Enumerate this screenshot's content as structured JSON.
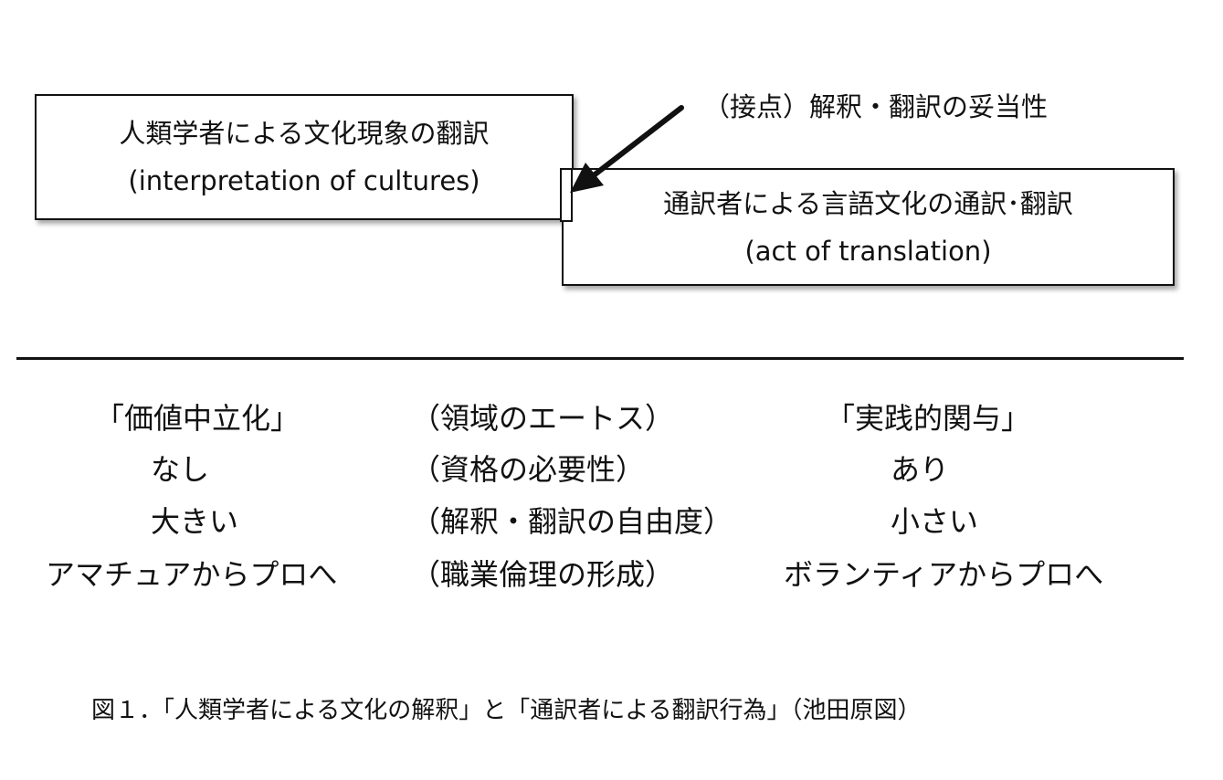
{
  "boxes": {
    "left": {
      "line1": "人類学者による文化現象の翻訳",
      "line2": "(interpretation of cultures)"
    },
    "right": {
      "line1": "通訳者による言語文化の通訳･翻訳",
      "line2": "(act of translation)"
    }
  },
  "contact_label": "（接点）解釈・翻訳の妥当性",
  "comparison": {
    "headers": {
      "left": "「価値中立化」",
      "middle": "（領域のエートス）",
      "right": "「実践的関与」"
    },
    "rows": [
      {
        "left": "なし",
        "middle": "（資格の必要性）",
        "right": "あり"
      },
      {
        "left": "大きい",
        "middle": "（解釈・翻訳の自由度）",
        "right": "小さい"
      },
      {
        "left": "アマチュアからプロへ",
        "middle": "（職業倫理の形成）",
        "right": "ボランティアからプロへ"
      }
    ]
  },
  "caption": "図１．「人類学者による文化の解釈」と「通訳者による翻訳行為」（池田原図）"
}
